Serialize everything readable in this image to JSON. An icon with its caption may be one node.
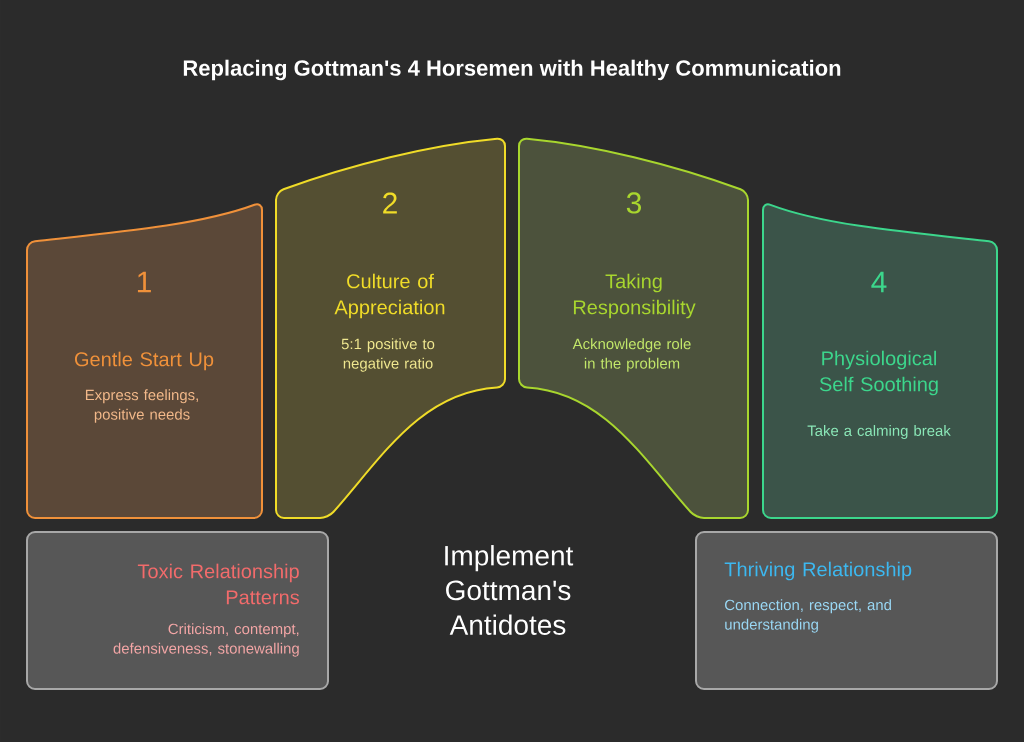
{
  "diagram": {
    "title": "Replacing Gottman's 4 Horsemen with Healthy Communication",
    "nodes": [
      {
        "text": [
          "1",
          "Gentle Start Up",
          "Express feelings, positive needs"
        ]
      },
      {
        "text": [
          "2",
          "Culture of Appreciation",
          "5:1 positive to negative ratio"
        ]
      },
      {
        "text": [
          "3",
          "Taking Responsibility",
          "Acknowledge role in the problem"
        ]
      },
      {
        "text": [
          "4",
          "Physiological Self Soothing",
          "Take a calming break"
        ]
      },
      {
        "text": [
          "Toxic Relationship Patterns",
          "Criticism, contempt, defensiveness, stonewalling"
        ]
      },
      {
        "text": [
          "Thriving Relationship",
          "Connection, respect, and understanding"
        ]
      }
    ],
    "labels": [
      "Implement Gottman's Antidotes"
    ]
  }
}
